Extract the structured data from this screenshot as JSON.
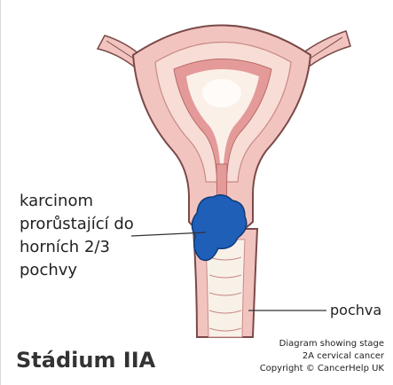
{
  "labels": {
    "tumor_lines": [
      "karcinom",
      "prorůstající do",
      "horních 2/3",
      "pochvy"
    ],
    "vagina": "pochva",
    "stage": "Stádium IIA"
  },
  "credit": {
    "line1": "Diagram showing stage",
    "line2": "2A cervical cancer",
    "line3": "Copyright © CancerHelp UK"
  },
  "colors": {
    "uterus_outer": "#f2c4c0",
    "uterus_wall": "#f7ddd6",
    "uterus_cavity": "#fbf0e8",
    "lining": "#e59a9a",
    "tumor": "#1f5fb8",
    "vagina_inner": "#f8f1e8",
    "outline": "#7a4a48"
  }
}
